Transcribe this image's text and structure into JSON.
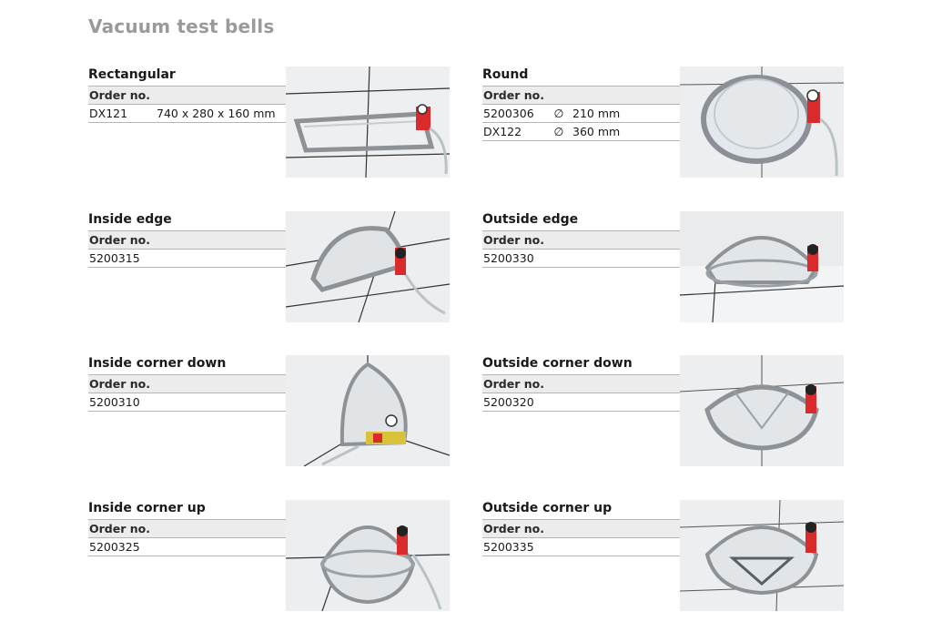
{
  "page": {
    "title": "Vacuum test bells"
  },
  "products": [
    {
      "name": "Rectangular",
      "order_header": "Order no.",
      "rows": [
        {
          "code": "DX121",
          "dim": "740 x 280 x 160 mm"
        }
      ],
      "icon": "rectangular-bell-icon"
    },
    {
      "name": "Round",
      "order_header": "Order no.",
      "rows": [
        {
          "code": "5200306",
          "dia": "∅",
          "dim": "210 mm"
        },
        {
          "code": "DX122",
          "dia": "∅",
          "dim": "360 mm"
        }
      ],
      "icon": "round-bell-icon"
    },
    {
      "name": "Inside edge",
      "order_header": "Order no.",
      "rows": [
        {
          "code": "5200315"
        }
      ],
      "icon": "inside-edge-bell-icon"
    },
    {
      "name": "Outside edge",
      "order_header": "Order no.",
      "rows": [
        {
          "code": "5200330"
        }
      ],
      "icon": "outside-edge-bell-icon"
    },
    {
      "name": "Inside corner down",
      "order_header": "Order no.",
      "rows": [
        {
          "code": "5200310"
        }
      ],
      "icon": "inside-corner-down-bell-icon"
    },
    {
      "name": "Outside corner down",
      "order_header": "Order no.",
      "rows": [
        {
          "code": "5200320"
        }
      ],
      "icon": "outside-corner-down-bell-icon"
    },
    {
      "name": "Inside corner up",
      "order_header": "Order no.",
      "rows": [
        {
          "code": "5200325"
        }
      ],
      "icon": "inside-corner-up-bell-icon"
    },
    {
      "name": "Outside corner up",
      "order_header": "Order no.",
      "rows": [
        {
          "code": "5200335"
        }
      ],
      "icon": "outside-corner-up-bell-icon"
    }
  ],
  "colors": {
    "title": "#9a9a9a",
    "rule": "#b5b5b5",
    "header_bg": "#ececec",
    "pump_red": "#d92b2b"
  }
}
